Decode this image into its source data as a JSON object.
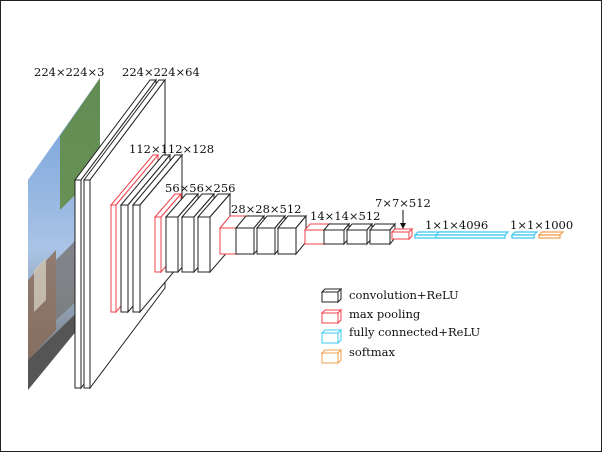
{
  "labels": {
    "input": "224×224×3",
    "conv1": "224×224×64",
    "conv2": "112×112×128",
    "conv3": "56×56×256",
    "conv4": "28×28×512",
    "conv5": "14×14×512",
    "pool5": "7×7×512",
    "fc": "1×1×4096",
    "out": "1×1×1000"
  },
  "legend": {
    "conv": "convolution+ReLU",
    "pool": "max pooling",
    "fc": "fully connected+ReLU",
    "softmax": "softmax"
  },
  "colors": {
    "conv": "#222222",
    "pool": "#f0414a",
    "fc": "#3ec8f0",
    "softmax": "#f0a050"
  }
}
